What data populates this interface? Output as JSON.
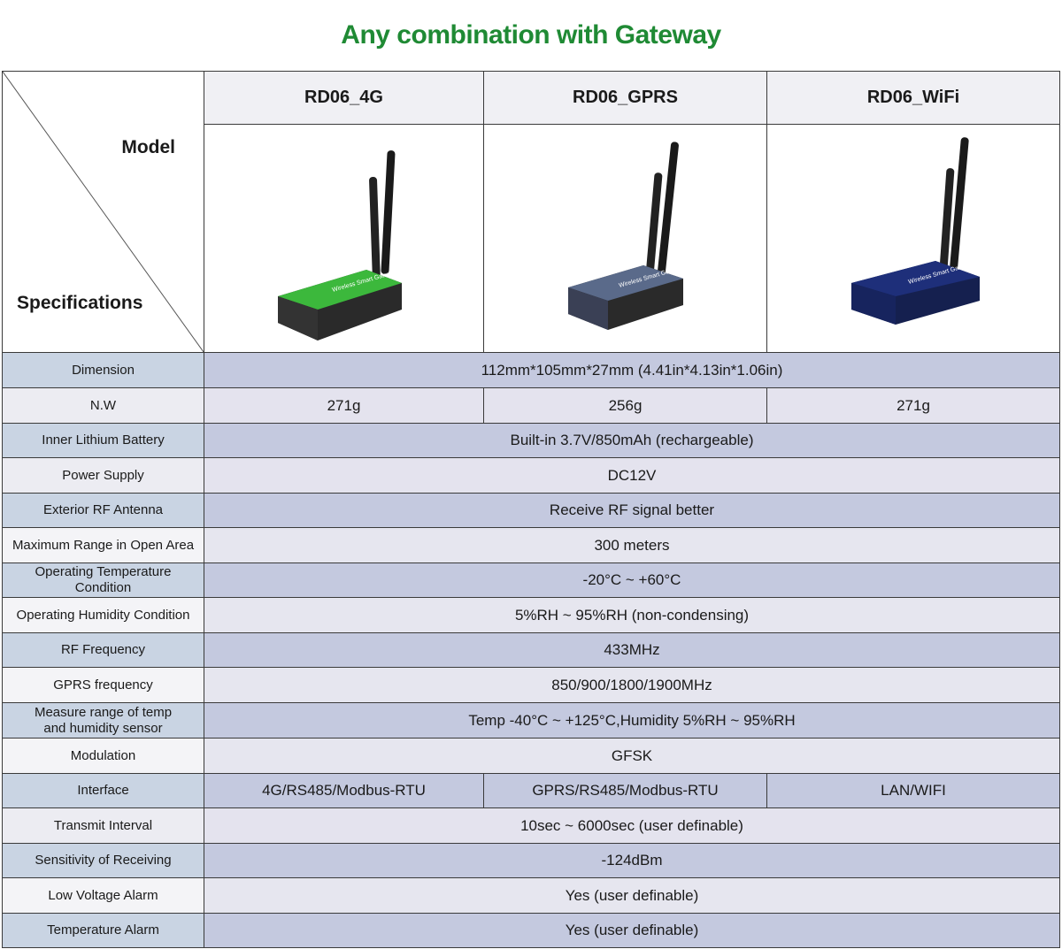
{
  "title": "Any combination with Gateway",
  "accent_color": "#1f8a34",
  "header": {
    "model_label": "Model",
    "specifications_label": "Specifications",
    "models": [
      "RD06_4G",
      "RD06_GPRS",
      "RD06_WiFi"
    ]
  },
  "rows": {
    "dimension": {
      "label": "Dimension",
      "value": "112mm*105mm*27mm (4.41in*4.13in*1.06in)"
    },
    "nw": {
      "label": "N.W",
      "values": [
        "271g",
        "256g",
        "271g"
      ]
    },
    "battery": {
      "label": "Inner Lithium Battery",
      "value": "Built-in 3.7V/850mAh (rechargeable)"
    },
    "power": {
      "label": "Power Supply",
      "value": "DC12V"
    },
    "antenna": {
      "label": "Exterior RF Antenna",
      "value": "Receive RF signal better"
    },
    "range": {
      "label": "Maximum Range in Open Area",
      "value": "300 meters"
    },
    "temp_cond": {
      "label": "Operating Temperature Condition",
      "value": "-20°C ~ +60°C"
    },
    "humidity_cond": {
      "label": "Operating Humidity Condition",
      "value": "5%RH ~ 95%RH (non-condensing)"
    },
    "rf_freq": {
      "label": "RF Frequency",
      "value": "433MHz"
    },
    "gprs_freq": {
      "label": "GPRS frequency",
      "value": "850/900/1800/1900MHz"
    },
    "measure_range": {
      "label_line1": "Measure range of temp",
      "label_line2": "and humidity sensor",
      "value": "Temp -40°C ~ +125°C,Humidity 5%RH ~ 95%RH"
    },
    "modulation": {
      "label": "Modulation",
      "value": "GFSK"
    },
    "interface": {
      "label": "Interface",
      "values": [
        "4G/RS485/Modbus-RTU",
        "GPRS/RS485/Modbus-RTU",
        "LAN/WIFI"
      ]
    },
    "transmit": {
      "label": "Transmit Interval",
      "value": "10sec ~ 6000sec (user definable)"
    },
    "sensitivity": {
      "label": "Sensitivity of Receiving",
      "value": "-124dBm"
    },
    "low_voltage": {
      "label": "Low Voltage Alarm",
      "value": "Yes (user definable)"
    },
    "temp_alarm": {
      "label": "Temperature Alarm",
      "value": "Yes (user definable)"
    }
  },
  "device_colors": {
    "rd06_4g": "#3cb83c",
    "rd06_gprs": "#5a6a8a",
    "rd06_wifi": "#1e2f7a"
  },
  "device_print_text": "Wireless Smart Gateway"
}
